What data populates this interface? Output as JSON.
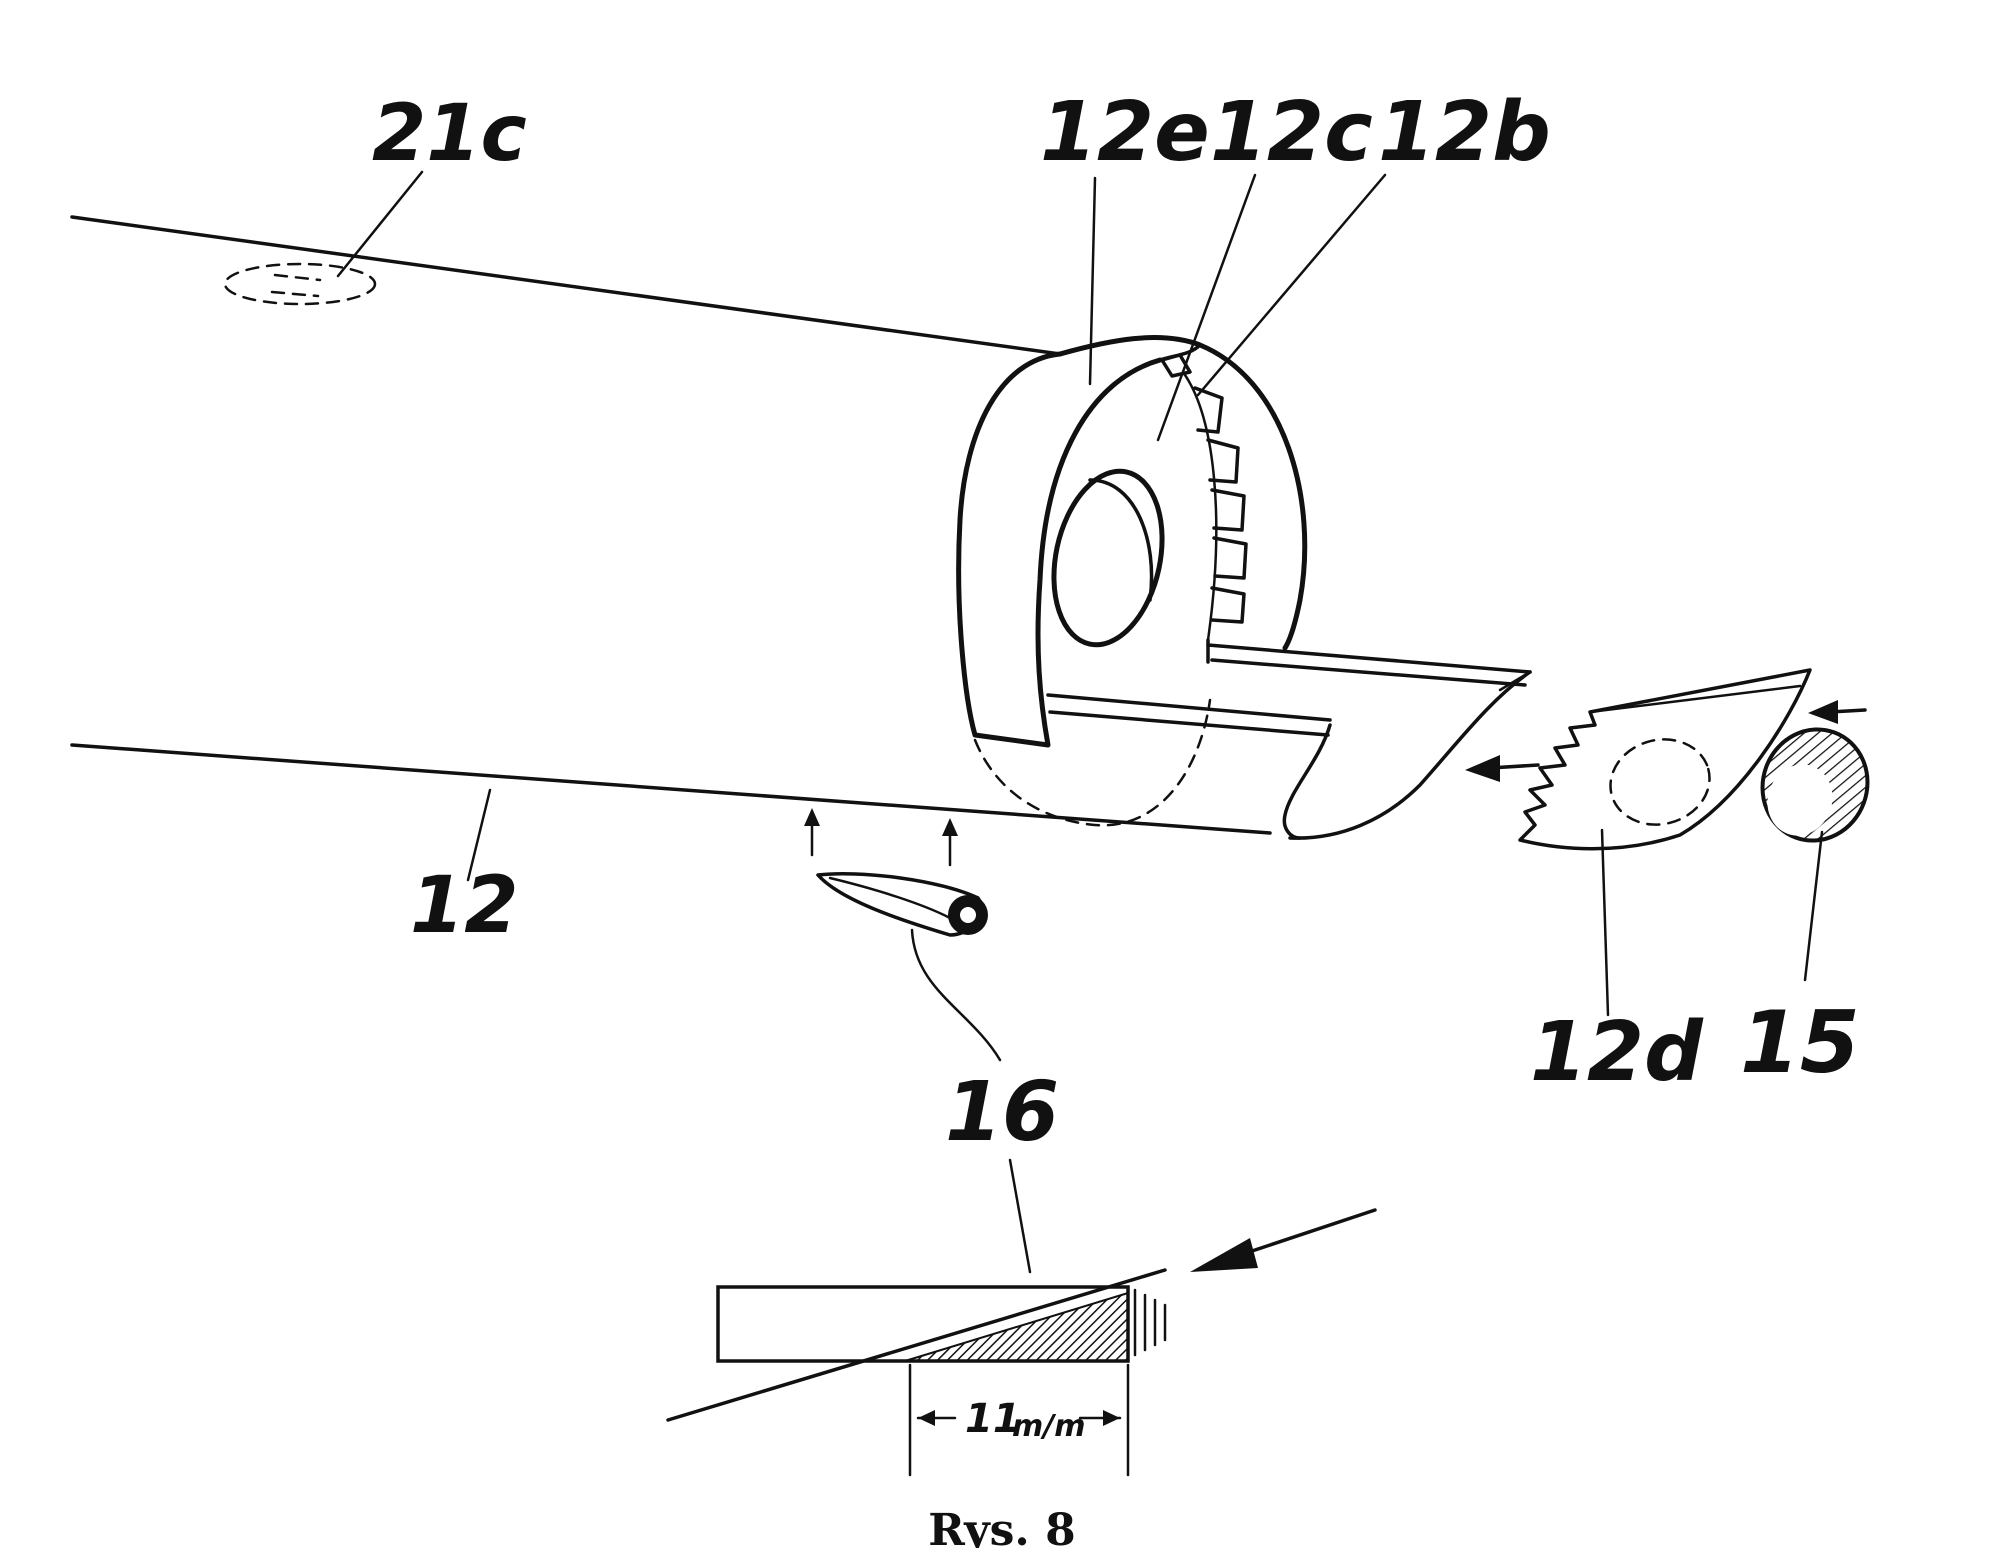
{
  "figure": {
    "caption": "Rys. 8",
    "labels": {
      "l_21c": "21c",
      "l_12e": "12e",
      "l_12c": "12c",
      "l_12b": "12b",
      "l_12": "12",
      "l_16": "16",
      "l_12d": "12d",
      "l_15": "15"
    },
    "dimension": {
      "value": "11",
      "unit": "m/m"
    }
  }
}
